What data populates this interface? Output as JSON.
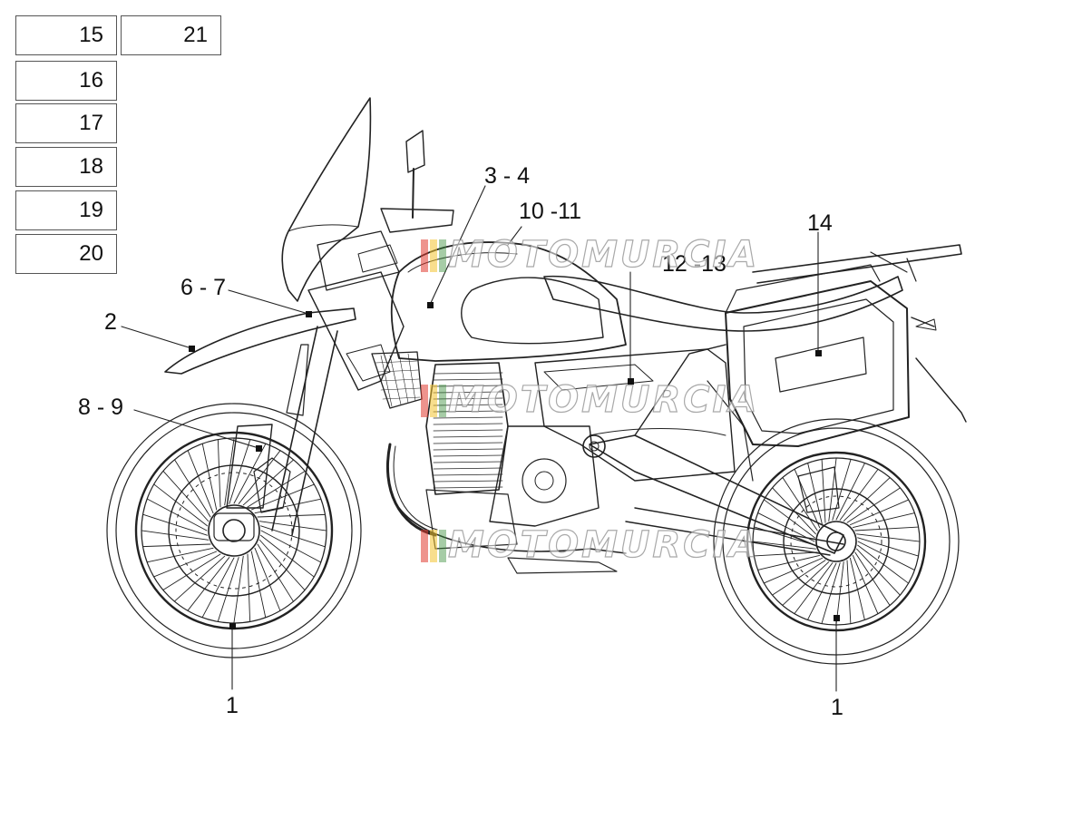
{
  "legend_boxes": [
    "15",
    "16",
    "17",
    "18",
    "19",
    "20",
    "21"
  ],
  "callouts": {
    "c1_front": "1",
    "c1_rear": "1",
    "c2": "2",
    "c3_4": "3 - 4",
    "c6_7": "6 - 7",
    "c8_9": "8 - 9",
    "c10_11": "10 -11",
    "c12_13": "12 -13",
    "c14": "14"
  },
  "watermark": {
    "text": "MOTOMURCIA",
    "flag_colors": [
      "#e03a2f",
      "#f2c230",
      "#3a8f3a"
    ]
  },
  "colors": {
    "line": "#222222",
    "frame": "#555555"
  }
}
